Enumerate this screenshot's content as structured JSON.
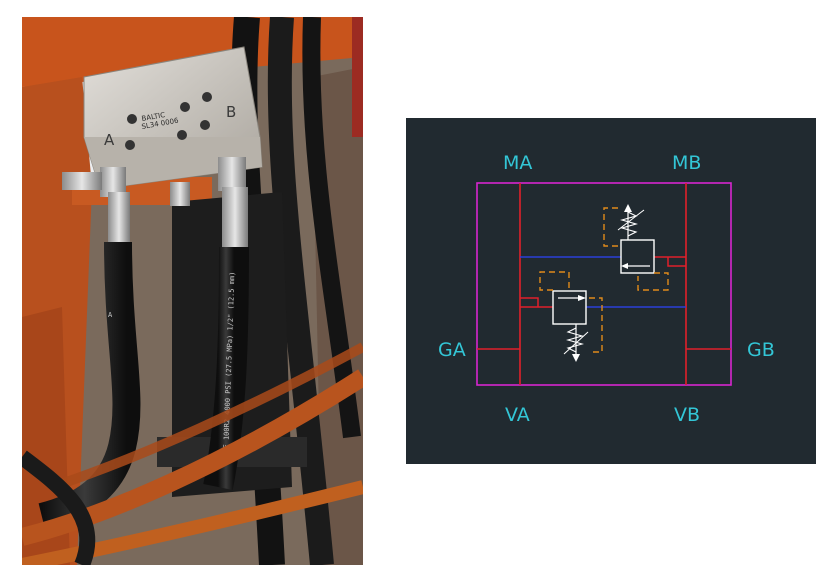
{
  "photo": {
    "block_letters": [
      "A",
      "B"
    ],
    "block_stamp": [
      "BALTIC",
      "SL34 0006"
    ],
    "hose_print": "SAE 100R2  4000 PSI (27.5 MPa)  1/2\"  (12.5 mm)",
    "hose_letter": "A",
    "colors": {
      "frame": "#c8541c",
      "hose": "#1c1c1c",
      "block": "#c9c6c0"
    }
  },
  "schematic": {
    "labels": {
      "ma": "MA",
      "mb": "MB",
      "ga": "GA",
      "gb": "GB",
      "va": "VA",
      "vb": "VB"
    },
    "colors": {
      "background": "#212a30",
      "label": "#33c6d6",
      "frame": "#d726cf",
      "port_line": "#e0202a",
      "cross_line": "#2a3fd8",
      "pilot": "#e08a1a",
      "valve": "#ffffff"
    }
  }
}
